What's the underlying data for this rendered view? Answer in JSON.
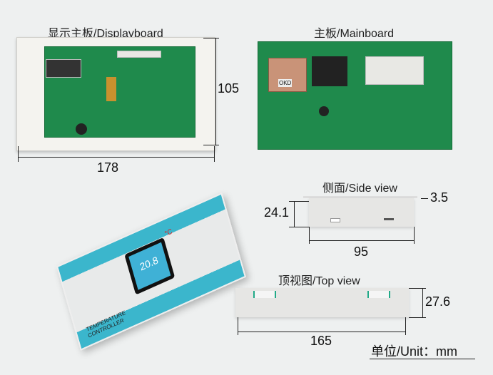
{
  "displayboard": {
    "title": "显示主板/Displayboard",
    "width": "178",
    "height": "105"
  },
  "mainboard": {
    "title": "主板/Mainboard",
    "transformer_label": "OKD"
  },
  "controller": {
    "reading": "20.8",
    "unit_symbol": "°C",
    "label_line1": "TEMPERATURE",
    "label_line2": "CONTROLLER"
  },
  "side_view": {
    "title": "侧面/Side view",
    "flange": "3.5",
    "height": "24.1",
    "width": "95"
  },
  "top_view": {
    "title": "顶视图/Top view",
    "depth": "27.6",
    "width": "165"
  },
  "unit": "单位/Unit：mm",
  "colors": {
    "pcb": "#1f8a4c",
    "panel_accent": "#3bb6cc",
    "background": "#eef0f0"
  }
}
